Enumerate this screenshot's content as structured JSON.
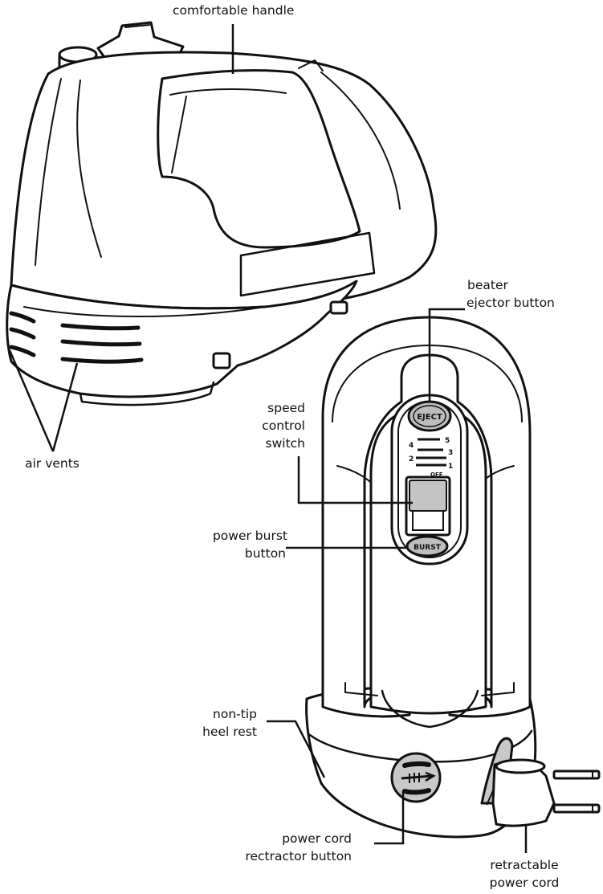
{
  "labels": {
    "handle": "comfortable handle",
    "ejector_line1": "beater",
    "ejector_line2": "ejector button",
    "speed_line1": "speed",
    "speed_line2": "control",
    "speed_line3": "switch",
    "vents": "air vents",
    "burst_line1": "power burst",
    "burst_line2": "button",
    "heel_line1": "non-tip",
    "heel_line2": "heel rest",
    "retractor_line1": "power cord",
    "retractor_line2": "rectractor button",
    "cord_line1": "retractable",
    "cord_line2": "power cord"
  },
  "panel": {
    "eject": "EJECT",
    "burst": "BURST",
    "off": "OFF",
    "speeds": [
      "1",
      "2",
      "3",
      "4",
      "5"
    ]
  },
  "colors": {
    "line": "#111111",
    "button_fill": "#bdbdbd",
    "switch_fill": "#c4c4c4"
  }
}
